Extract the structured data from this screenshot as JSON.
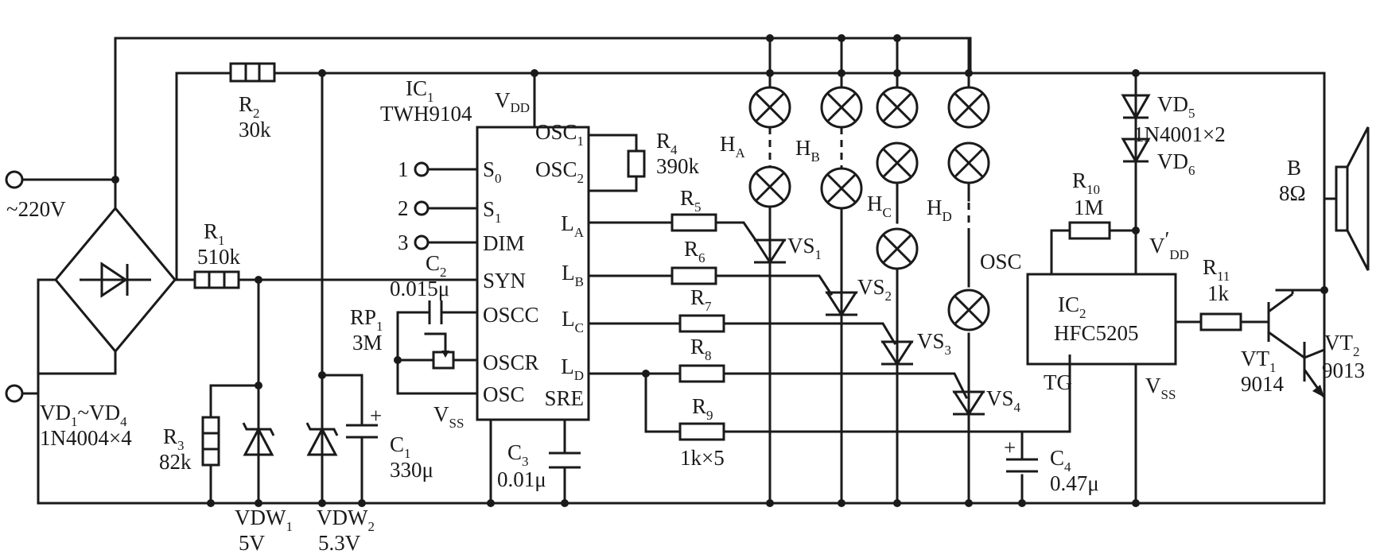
{
  "mains": {
    "voltage": "~220V"
  },
  "bridge": {
    "name": "VD",
    "s1": "1",
    "range": "~VD",
    "s2": "4",
    "part": "1N4004×4"
  },
  "R1": {
    "name": "R",
    "sub": "1",
    "value": "510k"
  },
  "R2": {
    "name": "R",
    "sub": "2",
    "value": "30k"
  },
  "R3": {
    "name": "R",
    "sub": "3",
    "value": "82k"
  },
  "VDW1": {
    "name": "VDW",
    "sub": "1",
    "value": "5V"
  },
  "VDW2": {
    "name": "VDW",
    "sub": "2",
    "value": "5.3V"
  },
  "C1": {
    "name": "C",
    "sub": "1",
    "value": "330μ"
  },
  "C2": {
    "name": "C",
    "sub": "2",
    "value": "0.015μ"
  },
  "C3": {
    "name": "C",
    "sub": "3",
    "value": "0.01μ"
  },
  "C4": {
    "name": "C",
    "sub": "4",
    "value": "0.47μ"
  },
  "RP1": {
    "name": "RP",
    "sub": "1",
    "value": "3M"
  },
  "R4": {
    "name": "R",
    "sub": "4",
    "value": "390k"
  },
  "R5": {
    "name": "R",
    "sub": "5"
  },
  "R6": {
    "name": "R",
    "sub": "6"
  },
  "R7": {
    "name": "R",
    "sub": "7"
  },
  "R8": {
    "name": "R",
    "sub": "8"
  },
  "R9": {
    "name": "R",
    "sub": "9",
    "value": "1k×5"
  },
  "R10": {
    "name": "R",
    "sub": "10",
    "value": "1M"
  },
  "R11": {
    "name": "R",
    "sub": "11",
    "value": "1k"
  },
  "IC1": {
    "name": "IC",
    "sub": "1",
    "part": "TWH9104",
    "vdd": "V",
    "vdd_sub": "DD",
    "vss": "V",
    "vss_sub": "SS",
    "pins_left": [
      {
        "main": "S",
        "sub": "0"
      },
      {
        "main": "S",
        "sub": "1"
      },
      {
        "main": "DIM",
        "sub": ""
      },
      {
        "main": "SYN",
        "sub": ""
      },
      {
        "main": "OSCC",
        "sub": ""
      },
      {
        "main": "OSCR",
        "sub": ""
      },
      {
        "main": "OSC",
        "sub": ""
      }
    ],
    "pins_right": [
      {
        "main": "OSC",
        "sub": "1"
      },
      {
        "main": "OSC",
        "sub": "2"
      },
      {
        "main": "L",
        "sub": "A"
      },
      {
        "main": "L",
        "sub": "B"
      },
      {
        "main": "L",
        "sub": "C"
      },
      {
        "main": "L",
        "sub": "D"
      },
      {
        "main": "SRE",
        "sub": ""
      }
    ]
  },
  "inputs": [
    "1",
    "2",
    "3"
  ],
  "lamps": [
    {
      "name": "H",
      "sub": "A"
    },
    {
      "name": "H",
      "sub": "B"
    },
    {
      "name": "H",
      "sub": "C"
    },
    {
      "name": "H",
      "sub": "D"
    }
  ],
  "osc_label": "OSC",
  "triacs": [
    {
      "name": "VS",
      "sub": "1"
    },
    {
      "name": "VS",
      "sub": "2"
    },
    {
      "name": "VS",
      "sub": "3"
    },
    {
      "name": "VS",
      "sub": "4"
    }
  ],
  "VD5": {
    "name": "VD",
    "sub": "5",
    "part": "1N4001×2"
  },
  "VD6": {
    "name": "VD",
    "sub": "6"
  },
  "vdd2": {
    "name": "V",
    "prime": "′",
    "sub": "DD"
  },
  "IC2": {
    "name": "IC",
    "sub": "2",
    "part": "HFC5205",
    "tg": "TG",
    "vss": "V",
    "vss_sub": "SS"
  },
  "speaker": {
    "name": "B",
    "value": "8Ω"
  },
  "VT1": {
    "name": "VT",
    "sub": "1",
    "part": "9014"
  },
  "VT2": {
    "name": "VT",
    "sub": "2",
    "part": "9013"
  }
}
